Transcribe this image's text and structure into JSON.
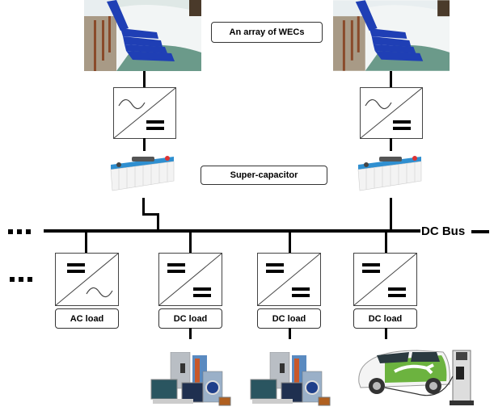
{
  "labels": {
    "wec_array": "An array of WECs",
    "super_capacitor": "Super-capacitor",
    "dc_bus": "DC Bus"
  },
  "sources": [
    {
      "name": "WEC array 1",
      "converter": "AC/DC"
    },
    {
      "name": "WEC array 2",
      "converter": "AC/DC"
    }
  ],
  "loads": [
    {
      "label": "AC load",
      "converter": "DC/AC",
      "device": ""
    },
    {
      "label": "DC load",
      "converter": "DC/DC",
      "device": "home appliances"
    },
    {
      "label": "DC load",
      "converter": "DC/DC",
      "device": "home appliances"
    },
    {
      "label": "DC load",
      "converter": "DC/DC",
      "device": "electric vehicle"
    }
  ],
  "colors": {
    "wec_blue": "#1f3fb5",
    "water": "#5f8f7f",
    "capacitor_blue": "#2f8fd0",
    "ev_green": "#6cb33f"
  }
}
